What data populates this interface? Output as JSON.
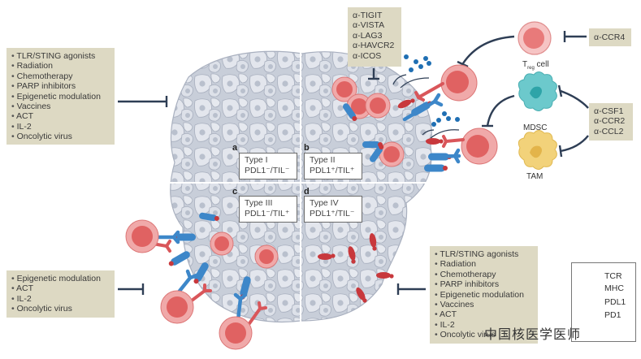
{
  "boxes": {
    "left_top": {
      "items": [
        "TLR/STING agonists",
        "Radiation",
        "Chemotherapy",
        "PARP inhibitors",
        "Epigenetic modulation",
        "Vaccines",
        "ACT",
        "IL-2",
        "Oncolytic virus"
      ]
    },
    "left_bottom": {
      "items": [
        "Epigenetic modulation",
        "ACT",
        "IL-2",
        "Oncolytic virus"
      ]
    },
    "right_bottom": {
      "items": [
        "TLR/STING agonists",
        "Radiation",
        "Chemotherapy",
        "PARP inhibitors",
        "Epigenetic modulation",
        "Vaccines",
        "ACT",
        "IL-2",
        "Oncolytic virus"
      ]
    },
    "top_checkpoints": {
      "items": [
        "α-TIGIT",
        "α-VISTA",
        "α-LAG3",
        "α-HAVCR2",
        "α-ICOS"
      ]
    },
    "ccr4": {
      "items": [
        "α-CCR4"
      ]
    },
    "csf1": {
      "items": [
        "α-CSF1",
        "α-CCR2",
        "α-CCL2"
      ]
    }
  },
  "quadrants": [
    {
      "letter": "a",
      "type": "Type I",
      "profile": "PDL1⁻/TIL⁻"
    },
    {
      "letter": "b",
      "type": "Type II",
      "profile": "PDL1⁺/TIL⁺"
    },
    {
      "letter": "c",
      "type": "Type III",
      "profile": "PDL1⁻/TIL⁺"
    },
    {
      "letter": "d",
      "type": "Type IV",
      "profile": "PDL1⁺/TIL⁻"
    }
  ],
  "cells": {
    "treg": {
      "label": "T",
      "sub": "reg",
      "suffix": " cell"
    },
    "mdsc": {
      "label": "MDSC"
    },
    "tam": {
      "label": "TAM"
    }
  },
  "legend": [
    {
      "icon": "tcr-icon",
      "label": "TCR"
    },
    {
      "icon": "mhc-icon",
      "label": "MHC"
    },
    {
      "icon": "pdl1-icon",
      "label": "PDL1"
    },
    {
      "icon": "pd1-icon",
      "label": "PD1"
    }
  ],
  "watermark": "中国核医学医师",
  "colors": {
    "box_bg": "#ddd9c3",
    "tcell_outer": "#f0a9a9",
    "tcell_inner": "#e06262",
    "tumor_cell": "#d9dde6",
    "tumor_outline": "#a9b0bf",
    "mhc_blue": "#3d87c9",
    "pdl1_red": "#c8383c",
    "mdsc_teal": "#6cc9cc",
    "tam_yellow": "#f2d27a",
    "inhibit_line": "#2e3e55"
  }
}
